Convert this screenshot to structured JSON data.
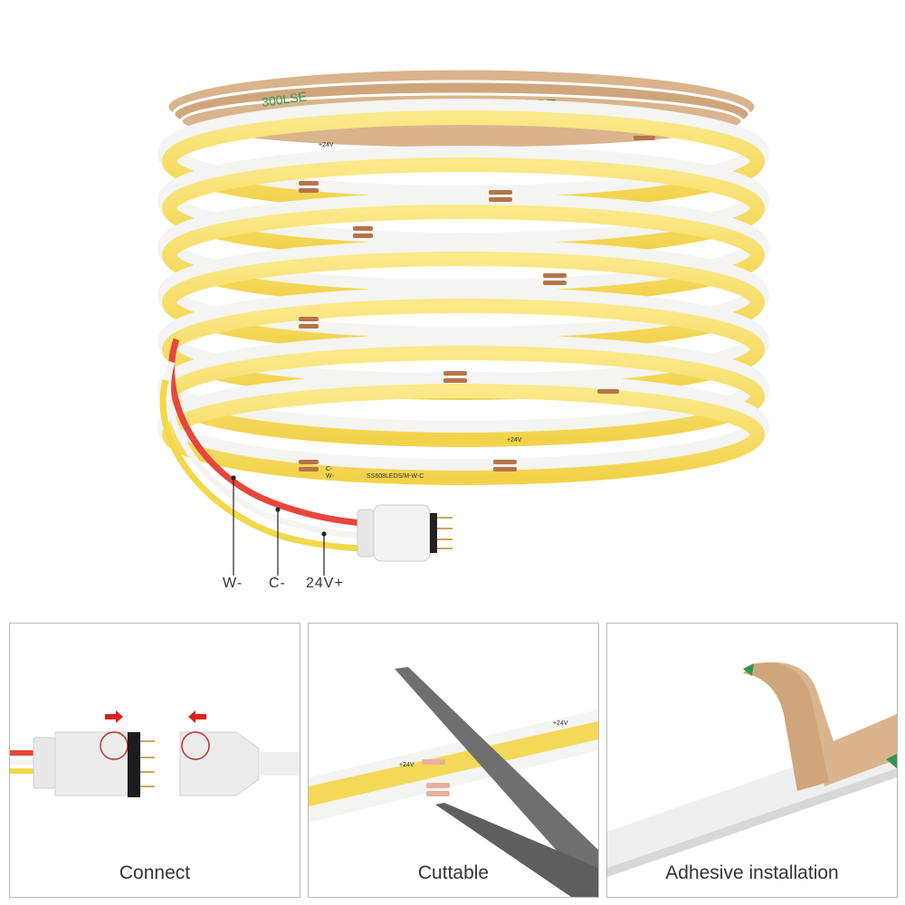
{
  "product": {
    "strip_markings": {
      "voltage": "+24V",
      "cold": "C-",
      "warm": "W-",
      "model": "SS608LEDS/M-W-C"
    },
    "backing_tape_text": "3M 300LSE",
    "colors": {
      "led_yellow": "#f6dc5c",
      "strip_white": "#f4f4f2",
      "copper_pad": "#b5744a",
      "backing_tan": "#d9b48c",
      "backing_print_green": "#2f9a4a",
      "wire_red": "#e8453c",
      "wire_yellow": "#f2d84a",
      "arrow_red": "#e0201a"
    }
  },
  "wire_labels": [
    {
      "label": "W-"
    },
    {
      "label": "C-"
    },
    {
      "label": "24V+"
    }
  ],
  "panels": [
    {
      "caption": "Connect"
    },
    {
      "caption": "Cuttable"
    },
    {
      "caption": "Adhesive installation"
    }
  ]
}
